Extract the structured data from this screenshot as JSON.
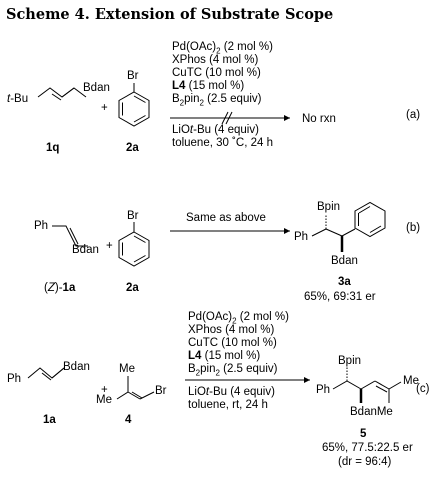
{
  "title": "Scheme 4. Extension of Substrate Scope",
  "rxn1": {
    "sm1_label": "1q",
    "sm2_label": "2a",
    "sm1_prefix": "t",
    "sm1_prefix_rest": "-Bu",
    "sm1_group": "Bdan",
    "sm2_group": "Br",
    "plus": "+",
    "cond_above": [
      "Pd(OAc)",
      "XPhos (4 mol %)",
      "CuTC (10 mol %)",
      "L4",
      "B",
      "pin",
      "(2.5 equiv)"
    ],
    "cond_pd_sub": "2",
    "cond_pd_rest": " (2 mol %)",
    "cond_l4_rest": " (15 mol %)",
    "cond_b2_sub": "2",
    "cond_b2_sub2": "2",
    "cond_below_1a": "LiO",
    "cond_below_1b": "t",
    "cond_below_1c": "-Bu (4 equiv)",
    "cond_below_2": "toluene, 30 ˚C, 24 h",
    "result": "No rxn",
    "tag": "(a)"
  },
  "rxn2": {
    "sm1_label_a": "(",
    "sm1_label_z": "Z",
    "sm1_label_b": ")-",
    "sm1_label_c": "1a",
    "sm2_label": "2a",
    "sm1_ph": "Ph",
    "sm1_group": "Bdan",
    "sm2_group": "Br",
    "plus": "+",
    "cond": "Same as above",
    "prod_bpin": "Bpin",
    "prod_ph": "Ph",
    "prod_bdan": "Bdan",
    "prod_label": "3a",
    "prod_yield": "65%, 69:31 er",
    "tag": "(b)"
  },
  "rxn3": {
    "sm1_ph": "Ph",
    "sm1_group": "Bdan",
    "sm1_label": "1a",
    "sm2_me1": "Me",
    "sm2_me2": "Me",
    "sm2_br": "Br",
    "sm2_label": "4",
    "plus": "+",
    "cond_pd": "Pd(OAc)",
    "cond_pd_sub": "2",
    "cond_pd_rest": " (2 mol %)",
    "cond_xphos": "XPhos (4 mol %)",
    "cond_cutc": "CuTC (10 mol %)",
    "cond_l4": "L4",
    "cond_l4_rest": " (15 mol %)",
    "cond_b": "B",
    "cond_b_sub": "2",
    "cond_pin": "pin",
    "cond_pin_sub": "2",
    "cond_pin_rest": " (2.5 equiv)",
    "cond_below_1a": "LiO",
    "cond_below_1b": "t",
    "cond_below_1c": "-Bu (4 equiv)",
    "cond_below_2": "toluene, rt, 24 h",
    "prod_bpin": "Bpin",
    "prod_ph": "Ph",
    "prod_me": "Me",
    "prod_bdanme": "BdanMe",
    "prod_label": "5",
    "prod_yield": "65%, 77.5:22.5 er",
    "prod_dr": "(dr = 96:4)",
    "tag": "(c)"
  }
}
